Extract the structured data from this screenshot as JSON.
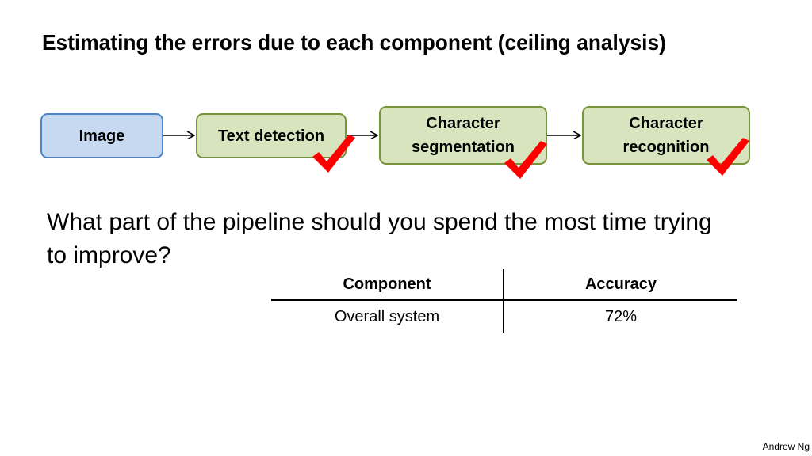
{
  "title": "Estimating the errors due to each component (ceiling analysis)",
  "pipeline": {
    "image": "Image",
    "text_detection": "Text detection",
    "character_segmentation": [
      "Character",
      "segmentation"
    ],
    "character_recognition": [
      "Character",
      "recognition"
    ]
  },
  "icons": {
    "check": "checkmark-icon",
    "arrow": "arrow-right-icon"
  },
  "colors": {
    "image_box_fill": "#c6d9f1",
    "image_box_border": "#4a86c8",
    "stage_box_fill": "#d7e4bd",
    "stage_box_border": "#77933c",
    "check": "#ff0000"
  },
  "question": "What part of the pipeline should you spend the most time trying to improve?",
  "table": {
    "headers": [
      "Component",
      "Accuracy"
    ],
    "rows": [
      [
        "Overall system",
        "72%"
      ]
    ]
  },
  "footer": "Andrew Ng"
}
